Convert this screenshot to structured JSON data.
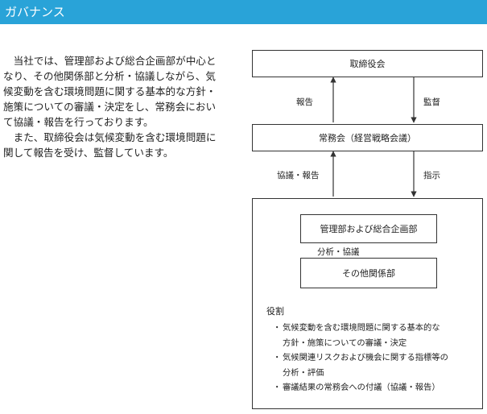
{
  "header": {
    "title": "ガバナンス"
  },
  "body": {
    "paragraphs": [
      "当社では、管理部および総合企画部が中心となり、その他関係部と分析・協議しながら、気候変動を含む環境問題に関する基本的な方針・施策についての審議・決定をし、常務会において協議・報告を行っております。",
      "また、取締役会は気候変動を含む環境問題に関して報告を受け、監督しています。"
    ]
  },
  "diagram": {
    "board": "取締役会",
    "exec_committee": "常務会（経営戦略会議）",
    "mgmt_dept": "管理部および総合企画部",
    "other_depts": "その他関係部",
    "labels": {
      "report": "報告",
      "supervise": "監督",
      "discuss_report": "協議・報告",
      "instruct": "指示",
      "analyze_discuss": "分析・協議"
    },
    "roles_title": "役割",
    "roles": [
      {
        "line1": "気候変動を含む環境問題に関する基本的な",
        "line2": "方針・施策についての審議・決定"
      },
      {
        "line1": "気候関連リスクおよび機会に関する指標等の",
        "line2": "分析・評価"
      },
      {
        "line1": "審議結果の常務会への付議（協議・報告）",
        "line2": ""
      }
    ],
    "bullet": "・"
  }
}
